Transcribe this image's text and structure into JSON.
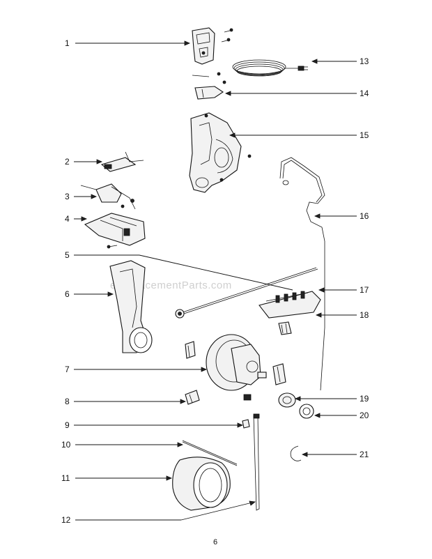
{
  "watermark": "eReplacementParts.com",
  "page_number": "6",
  "callouts": [
    "1",
    "2",
    "3",
    "4",
    "5",
    "6",
    "7",
    "8",
    "9",
    "10",
    "11",
    "12",
    "13",
    "14",
    "15",
    "16",
    "17",
    "18",
    "19",
    "20",
    "21"
  ]
}
